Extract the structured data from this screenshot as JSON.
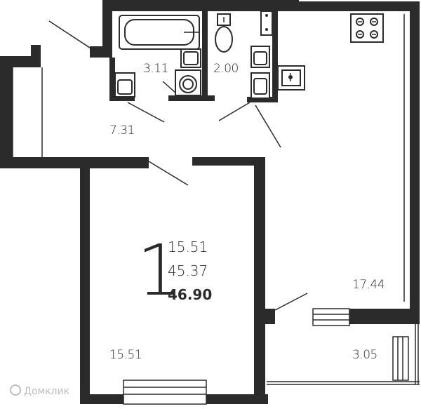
{
  "plan": {
    "rooms_count": "1",
    "living_area": "15.51",
    "total_area": "45.37",
    "total_with_balcony": "46.90",
    "rooms": [
      {
        "id": "bathroom",
        "area": "3.11"
      },
      {
        "id": "toilet",
        "area": "2.00"
      },
      {
        "id": "hallway",
        "area": "7.31"
      },
      {
        "id": "kitchen",
        "area": "17.44"
      },
      {
        "id": "bedroom",
        "area": "15.51"
      },
      {
        "id": "balcony",
        "area": "3.05"
      }
    ]
  },
  "watermark": "Домклик",
  "colors": {
    "wall": "#2b2b2b",
    "watermark": "#bdbdbd"
  }
}
